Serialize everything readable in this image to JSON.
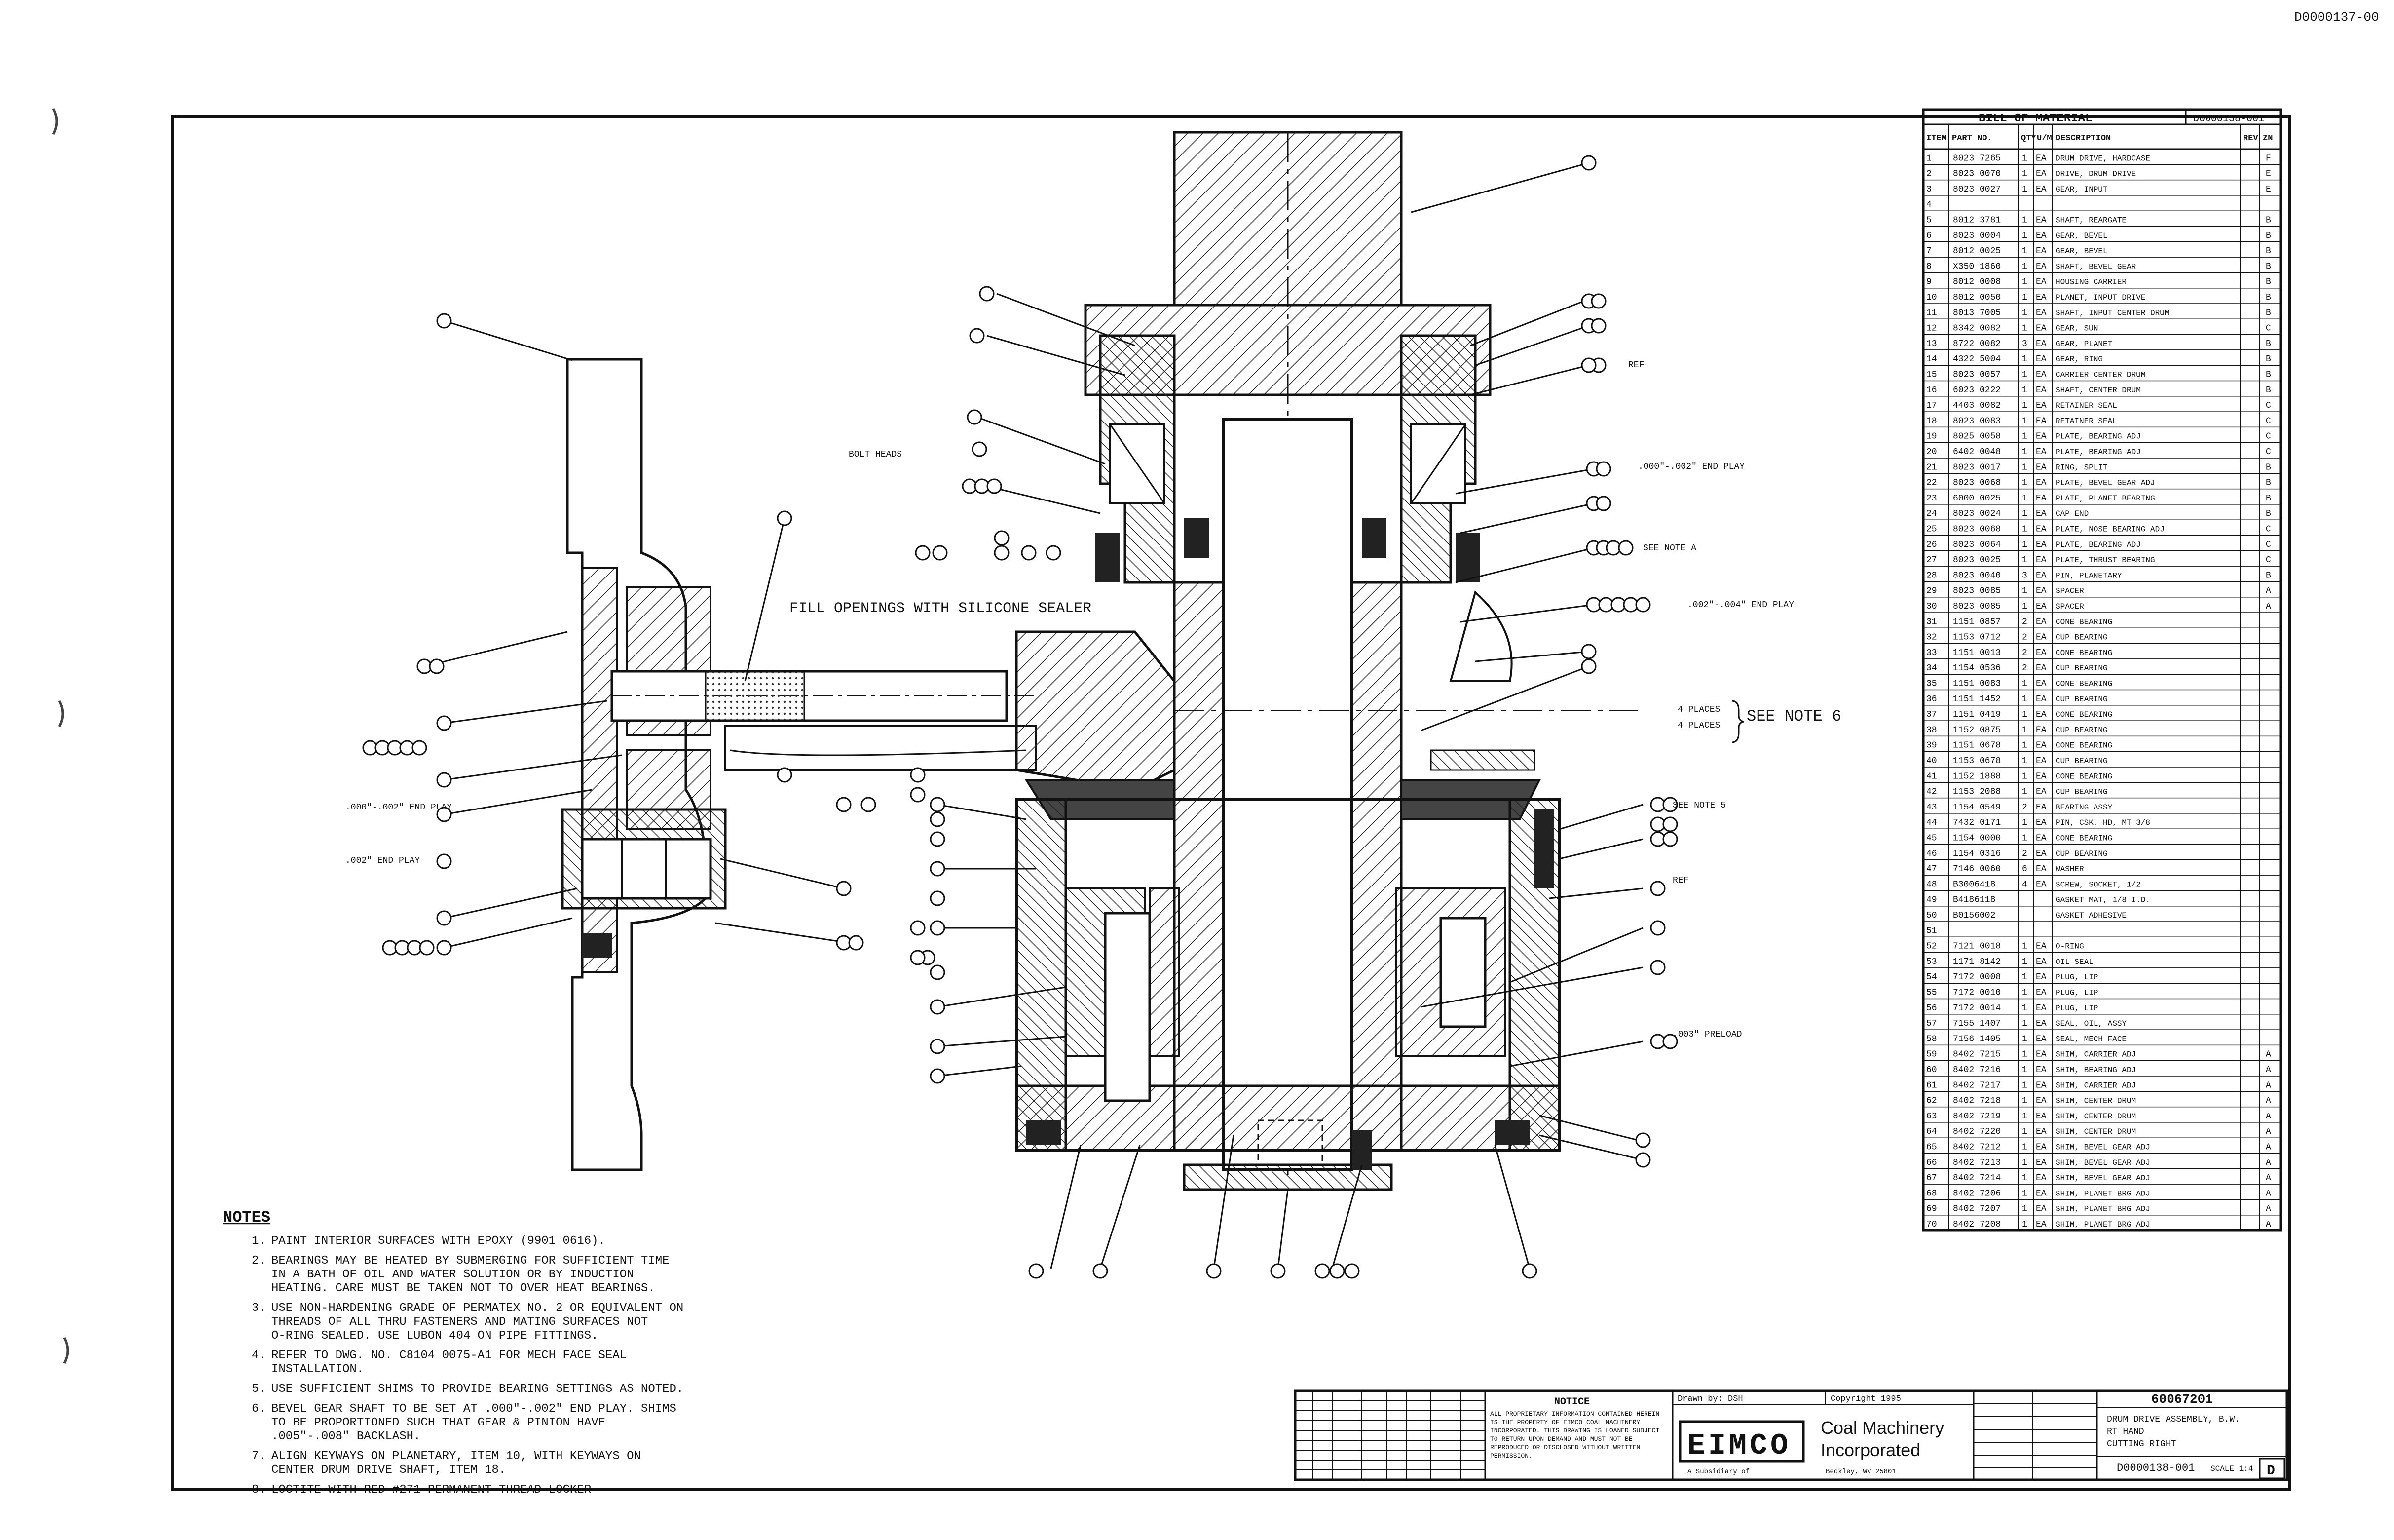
{
  "corner_stamp": "D0000137-00",
  "notes": {
    "heading": "NOTES",
    "items": [
      {
        "num": "1.",
        "text": "PAINT INTERIOR SURFACES WITH EPOXY (9901 0616)."
      },
      {
        "num": "2.",
        "text": "BEARINGS MAY BE HEATED BY SUBMERGING FOR SUFFICIENT TIME IN A BATH OF OIL AND WATER SOLUTION OR BY INDUCTION HEATING. CARE MUST BE TAKEN NOT TO OVER HEAT BEARINGS."
      },
      {
        "num": "3.",
        "text": "USE NON-HARDENING GRADE OF PERMATEX NO. 2 OR EQUIVALENT ON THREADS OF ALL THRU FASTENERS AND MATING SURFACES NOT O-RING SEALED. USE LUBON 404 ON PIPE FITTINGS."
      },
      {
        "num": "4.",
        "text": "REFER TO DWG. NO. C8104 0075-A1 FOR MECH FACE SEAL INSTALLATION."
      },
      {
        "num": "5.",
        "text": "USE SUFFICIENT SHIMS TO PROVIDE BEARING SETTINGS AS NOTED."
      },
      {
        "num": "6.",
        "text": "BEVEL GEAR SHAFT TO BE SET AT .000\"-.002\" END PLAY. SHIMS TO BE PROPORTIONED SUCH THAT GEAR & PINION HAVE .005\"-.008\" BACKLASH."
      },
      {
        "num": "7.",
        "text": "ALIGN KEYWAYS ON PLANETARY, ITEM 10, WITH KEYWAYS ON CENTER DRUM DRIVE SHAFT, ITEM 18."
      },
      {
        "num": "8.",
        "text": "LOCTITE WITH RED #271 PERMANENT THREAD LOCKER"
      }
    ]
  },
  "callouts": {
    "fill": "FILL OPENINGS WITH SILICONE SEALER",
    "see_note_6": "SEE NOTE 6",
    "places_4": "4 PLACES",
    "places_4b": "4 PLACES",
    "see_note_5": "SEE NOTE 5",
    "see_note_a": "SEE NOTE A",
    "ref": "REF",
    "ref2": "REF",
    "endplay1": ".000\"-.002\" END PLAY",
    "endplay2": ".002\"-.004\" END PLAY",
    "preload": ".003\" PRELOAD",
    "bolt_heads": "BOLT HEADS",
    "endplay_left1": ".000\"-.002\" END PLAY",
    "endplay_left2": ".002\" END PLAY"
  },
  "bom": {
    "title": "BILL OF MATERIAL",
    "dwg_ref": "D0000138-001",
    "headers": [
      "ITEM",
      "PART NO.",
      "QTY",
      "U/M",
      "DESCRIPTION",
      "REV",
      "ZN"
    ],
    "rows": [
      {
        "item": "1",
        "part": "8023 7265",
        "qty": "1",
        "um": "EA",
        "desc": "DRUM DRIVE, HARDCASE",
        "zn": "F"
      },
      {
        "item": "2",
        "part": "8023 0070",
        "qty": "1",
        "um": "EA",
        "desc": "DRIVE, DRUM DRIVE",
        "zn": "E"
      },
      {
        "item": "3",
        "part": "8023 0027",
        "qty": "1",
        "um": "EA",
        "desc": "GEAR, INPUT",
        "zn": "E"
      },
      {
        "item": "4",
        "part": "",
        "qty": "",
        "um": "",
        "desc": "",
        "zn": ""
      },
      {
        "item": "5",
        "part": "8012 3781",
        "qty": "1",
        "um": "EA",
        "desc": "SHAFT, REARGATE",
        "zn": "B"
      },
      {
        "item": "6",
        "part": "8023 0004",
        "qty": "1",
        "um": "EA",
        "desc": "GEAR, BEVEL",
        "zn": "B"
      },
      {
        "item": "7",
        "part": "8012 0025",
        "qty": "1",
        "um": "EA",
        "desc": "GEAR, BEVEL",
        "zn": "B"
      },
      {
        "item": "8",
        "part": "X350 1860",
        "qty": "1",
        "um": "EA",
        "desc": "SHAFT, BEVEL GEAR",
        "zn": "B"
      },
      {
        "item": "9",
        "part": "8012 0008",
        "qty": "1",
        "um": "EA",
        "desc": "HOUSING CARRIER",
        "zn": "B"
      },
      {
        "item": "10",
        "part": "8012 0050",
        "qty": "1",
        "um": "EA",
        "desc": "PLANET, INPUT DRIVE",
        "zn": "B"
      },
      {
        "item": "11",
        "part": "8013 7005",
        "qty": "1",
        "um": "EA",
        "desc": "SHAFT, INPUT CENTER DRUM",
        "zn": "B"
      },
      {
        "item": "12",
        "part": "8342 0082",
        "qty": "1",
        "um": "EA",
        "desc": "GEAR, SUN",
        "zn": "C"
      },
      {
        "item": "13",
        "part": "8722 0082",
        "qty": "3",
        "um": "EA",
        "desc": "GEAR, PLANET",
        "zn": "B"
      },
      {
        "item": "14",
        "part": "4322 5004",
        "qty": "1",
        "um": "EA",
        "desc": "GEAR, RING",
        "zn": "B"
      },
      {
        "item": "15",
        "part": "8023 0057",
        "qty": "1",
        "um": "EA",
        "desc": "CARRIER CENTER DRUM",
        "zn": "B"
      },
      {
        "item": "16",
        "part": "6023 0222",
        "qty": "1",
        "um": "EA",
        "desc": "SHAFT, CENTER DRUM",
        "zn": "B"
      },
      {
        "item": "17",
        "part": "4403 0082",
        "qty": "1",
        "um": "EA",
        "desc": "RETAINER SEAL",
        "zn": "C"
      },
      {
        "item": "18",
        "part": "8023 0083",
        "qty": "1",
        "um": "EA",
        "desc": "RETAINER SEAL",
        "zn": "C"
      },
      {
        "item": "19",
        "part": "8025 0058",
        "qty": "1",
        "um": "EA",
        "desc": "PLATE, BEARING ADJ",
        "zn": "C"
      },
      {
        "item": "20",
        "part": "6402 0048",
        "qty": "1",
        "um": "EA",
        "desc": "PLATE, BEARING ADJ",
        "zn": "C"
      },
      {
        "item": "21",
        "part": "8023 0017",
        "qty": "1",
        "um": "EA",
        "desc": "RING, SPLIT",
        "zn": "B"
      },
      {
        "item": "22",
        "part": "8023 0068",
        "qty": "1",
        "um": "EA",
        "desc": "PLATE, BEVEL GEAR ADJ",
        "zn": "B"
      },
      {
        "item": "23",
        "part": "6000 0025",
        "qty": "1",
        "um": "EA",
        "desc": "PLATE, PLANET BEARING",
        "zn": "B"
      },
      {
        "item": "24",
        "part": "8023 0024",
        "qty": "1",
        "um": "EA",
        "desc": "CAP END",
        "zn": "B"
      },
      {
        "item": "25",
        "part": "8023 0068",
        "qty": "1",
        "um": "EA",
        "desc": "PLATE, NOSE BEARING ADJ",
        "zn": "C"
      },
      {
        "item": "26",
        "part": "8023 0064",
        "qty": "1",
        "um": "EA",
        "desc": "PLATE, BEARING ADJ",
        "zn": "C"
      },
      {
        "item": "27",
        "part": "8023 0025",
        "qty": "1",
        "um": "EA",
        "desc": "PLATE, THRUST BEARING",
        "zn": "C"
      },
      {
        "item": "28",
        "part": "8023 0040",
        "qty": "3",
        "um": "EA",
        "desc": "PIN, PLANETARY",
        "zn": "B"
      },
      {
        "item": "29",
        "part": "8023 0085",
        "qty": "1",
        "um": "EA",
        "desc": "SPACER",
        "zn": "A"
      },
      {
        "item": "30",
        "part": "8023 0085",
        "qty": "1",
        "um": "EA",
        "desc": "SPACER",
        "zn": "A"
      },
      {
        "item": "31",
        "part": "1151 0857",
        "qty": "2",
        "um": "EA",
        "desc": "CONE BEARING",
        "zn": ""
      },
      {
        "item": "32",
        "part": "1153 0712",
        "qty": "2",
        "um": "EA",
        "desc": "CUP BEARING",
        "zn": ""
      },
      {
        "item": "33",
        "part": "1151 0013",
        "qty": "2",
        "um": "EA",
        "desc": "CONE BEARING",
        "zn": ""
      },
      {
        "item": "34",
        "part": "1154 0536",
        "qty": "2",
        "um": "EA",
        "desc": "CUP BEARING",
        "zn": ""
      },
      {
        "item": "35",
        "part": "1151 0083",
        "qty": "1",
        "um": "EA",
        "desc": "CONE BEARING",
        "zn": ""
      },
      {
        "item": "36",
        "part": "1151 1452",
        "qty": "1",
        "um": "EA",
        "desc": "CUP BEARING",
        "zn": ""
      },
      {
        "item": "37",
        "part": "1151 0419",
        "qty": "1",
        "um": "EA",
        "desc": "CONE BEARING",
        "zn": ""
      },
      {
        "item": "38",
        "part": "1152 0875",
        "qty": "1",
        "um": "EA",
        "desc": "CUP BEARING",
        "zn": ""
      },
      {
        "item": "39",
        "part": "1151 0678",
        "qty": "1",
        "um": "EA",
        "desc": "CONE BEARING",
        "zn": ""
      },
      {
        "item": "40",
        "part": "1153 0678",
        "qty": "1",
        "um": "EA",
        "desc": "CUP BEARING",
        "zn": ""
      },
      {
        "item": "41",
        "part": "1152 1888",
        "qty": "1",
        "um": "EA",
        "desc": "CONE BEARING",
        "zn": ""
      },
      {
        "item": "42",
        "part": "1153 2088",
        "qty": "1",
        "um": "EA",
        "desc": "CUP BEARING",
        "zn": ""
      },
      {
        "item": "43",
        "part": "1154 0549",
        "qty": "2",
        "um": "EA",
        "desc": "BEARING ASSY",
        "zn": ""
      },
      {
        "item": "44",
        "part": "7432 0171",
        "qty": "1",
        "um": "EA",
        "desc": "PIN, CSK, HD, MT 3/8",
        "zn": ""
      },
      {
        "item": "45",
        "part": "1154 0000",
        "qty": "1",
        "um": "EA",
        "desc": "CONE BEARING",
        "zn": ""
      },
      {
        "item": "46",
        "part": "1154 0316",
        "qty": "2",
        "um": "EA",
        "desc": "CUP BEARING",
        "zn": ""
      },
      {
        "item": "47",
        "part": "7146 0060",
        "qty": "6",
        "um": "EA",
        "desc": "WASHER",
        "zn": ""
      },
      {
        "item": "48",
        "part": "B3006418",
        "qty": "4",
        "um": "EA",
        "desc": "SCREW, SOCKET, 1/2",
        "zn": ""
      },
      {
        "item": "49",
        "part": "B4186118",
        "qty": "",
        "um": "",
        "desc": "GASKET MAT, 1/8 I.D.",
        "zn": ""
      },
      {
        "item": "50",
        "part": "B0156002",
        "qty": "",
        "um": "",
        "desc": "GASKET ADHESIVE",
        "zn": ""
      },
      {
        "item": "51",
        "part": "",
        "qty": "",
        "um": "",
        "desc": "",
        "zn": ""
      },
      {
        "item": "52",
        "part": "7121 0018",
        "qty": "1",
        "um": "EA",
        "desc": "O-RING",
        "zn": ""
      },
      {
        "item": "53",
        "part": "1171 8142",
        "qty": "1",
        "um": "EA",
        "desc": "OIL SEAL",
        "zn": ""
      },
      {
        "item": "54",
        "part": "7172 0008",
        "qty": "1",
        "um": "EA",
        "desc": "PLUG, LIP",
        "zn": ""
      },
      {
        "item": "55",
        "part": "7172 0010",
        "qty": "1",
        "um": "EA",
        "desc": "PLUG, LIP",
        "zn": ""
      },
      {
        "item": "56",
        "part": "7172 0014",
        "qty": "1",
        "um": "EA",
        "desc": "PLUG, LIP",
        "zn": ""
      },
      {
        "item": "57",
        "part": "7155 1407",
        "qty": "1",
        "um": "EA",
        "desc": "SEAL, OIL, ASSY",
        "zn": ""
      },
      {
        "item": "58",
        "part": "7156 1405",
        "qty": "1",
        "um": "EA",
        "desc": "SEAL, MECH FACE",
        "zn": ""
      },
      {
        "item": "59",
        "part": "8402 7215",
        "qty": "1",
        "um": "EA",
        "desc": "SHIM, CARRIER ADJ",
        "zn": "A"
      },
      {
        "item": "60",
        "part": "8402 7216",
        "qty": "1",
        "um": "EA",
        "desc": "SHIM, BEARING ADJ",
        "zn": "A"
      },
      {
        "item": "61",
        "part": "8402 7217",
        "qty": "1",
        "um": "EA",
        "desc": "SHIM, CARRIER ADJ",
        "zn": "A"
      },
      {
        "item": "62",
        "part": "8402 7218",
        "qty": "1",
        "um": "EA",
        "desc": "SHIM, CENTER DRUM",
        "zn": "A"
      },
      {
        "item": "63",
        "part": "8402 7219",
        "qty": "1",
        "um": "EA",
        "desc": "SHIM, CENTER DRUM",
        "zn": "A"
      },
      {
        "item": "64",
        "part": "8402 7220",
        "qty": "1",
        "um": "EA",
        "desc": "SHIM, CENTER DRUM",
        "zn": "A"
      },
      {
        "item": "65",
        "part": "8402 7212",
        "qty": "1",
        "um": "EA",
        "desc": "SHIM, BEVEL GEAR ADJ",
        "zn": "A"
      },
      {
        "item": "66",
        "part": "8402 7213",
        "qty": "1",
        "um": "EA",
        "desc": "SHIM, BEVEL GEAR ADJ",
        "zn": "A"
      },
      {
        "item": "67",
        "part": "8402 7214",
        "qty": "1",
        "um": "EA",
        "desc": "SHIM, BEVEL GEAR ADJ",
        "zn": "A"
      },
      {
        "item": "68",
        "part": "8402 7206",
        "qty": "1",
        "um": "EA",
        "desc": "SHIM, PLANET BRG ADJ",
        "zn": "A"
      },
      {
        "item": "69",
        "part": "8402 7207",
        "qty": "1",
        "um": "EA",
        "desc": "SHIM, PLANET BRG ADJ",
        "zn": "A"
      },
      {
        "item": "70",
        "part": "8402 7208",
        "qty": "1",
        "um": "EA",
        "desc": "SHIM, PLANET BRG ADJ",
        "zn": "A"
      }
    ]
  },
  "title_block": {
    "notice_heading": "NOTICE",
    "notice_text": "ALL PROPRIETARY INFORMATION CONTAINED HEREIN IS THE PROPERTY OF EIMCO COAL MACHINERY INCORPORATED. THIS DRAWING IS LOANED SUBJECT TO RETURN UPON DEMAND AND MUST NOT BE REPRODUCED OR DISCLOSED WITHOUT WRITTEN PERMISSION.",
    "drawn_by": "Drawn by: DSH",
    "copyright": "Copyright 1995",
    "logo": "EIMCO",
    "company_line1": "Coal Machinery",
    "company_line2": "Incorporated",
    "company_sub": "A Subsidiary of",
    "company_loc": "Beckley, WV  25801",
    "dwg_number": "60067201",
    "dwg_title1": "DRUM DRIVE ASSEMBLY, B.W.",
    "dwg_title2": "RT HAND",
    "dwg_title3": "CUTTING RIGHT",
    "sheet": "D0000138-001",
    "scale": "SCALE 1:4",
    "size": "D"
  }
}
